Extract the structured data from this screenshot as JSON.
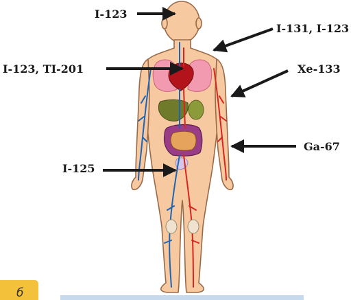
{
  "labels": {
    "head": "I-123",
    "neck": "I-131, I-123",
    "heart": "I-123, TI-201",
    "lungs": "Xe-133",
    "arm": "Ga-67",
    "intestine": "I-125"
  },
  "badge": {
    "text": "б"
  },
  "colors": {
    "skin": "#f6c9a0",
    "skin_outline": "#9a6a48",
    "artery": "#d7261f",
    "vein": "#1e64b4",
    "heart": "#b3141b",
    "lungs": "#f29bb0",
    "liver": "#6f7a2a",
    "intestine": "#9a3d86",
    "badge": "#f4c23a",
    "ground": "#c7d9ec",
    "arrow": "#1a1a1a"
  }
}
